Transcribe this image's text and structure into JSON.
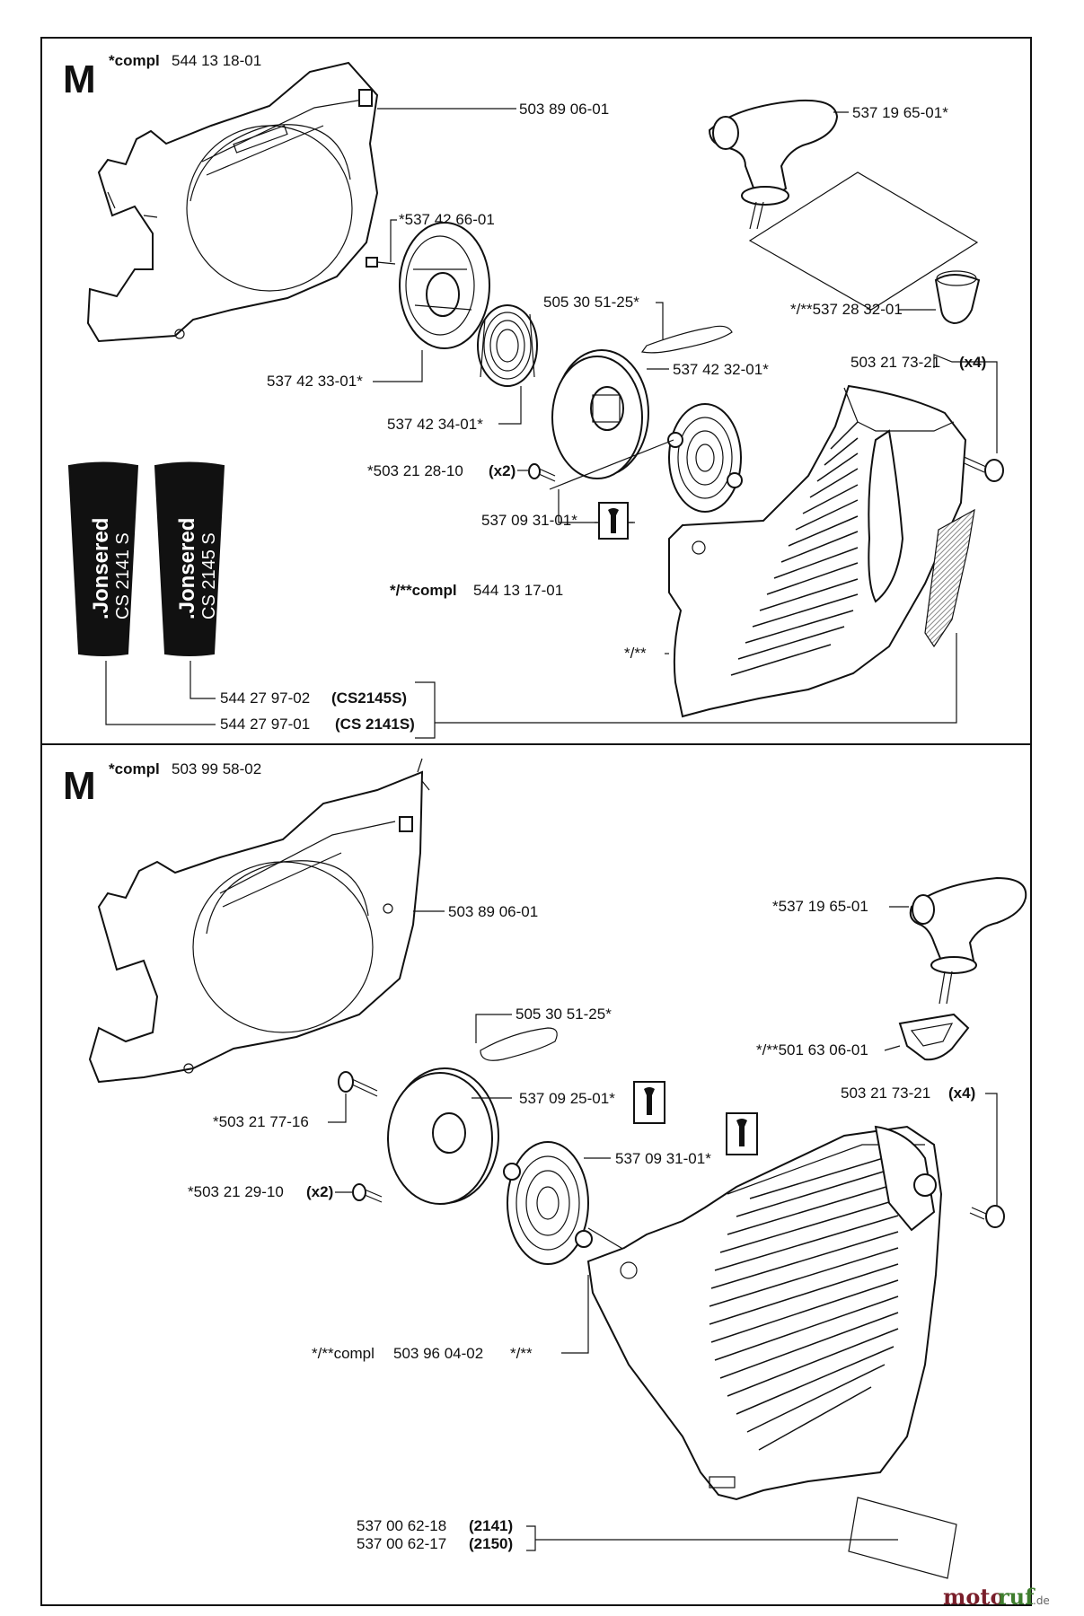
{
  "top": {
    "letter": "M",
    "compl_prefix": "*compl",
    "compl_number": "544 13 18-01",
    "labels": {
      "housing": "503 89 06-01",
      "screw_top": "*537 42 66-01",
      "handle": "537 19 65-01*",
      "rope_guide": "*/**537 28 32-01",
      "rope": "505 30 51-25*",
      "pulley": "537 42 32-01*",
      "pawl_carrier": "537 42 33-01*",
      "spring_small": "537 42 34-01*",
      "bolts_x4": "503 21 73-21",
      "bolts_x4_qty": "(x4)",
      "screw_x2": "*503 21 28-10",
      "screw_x2_qty": "(x2)",
      "spring_cassette": "537 09 31-01*",
      "cover_compl_prefix": "*/**compl",
      "cover_compl_number": "544 13 17-01",
      "cover_marker": "*/**",
      "decal_2145": "544 27 97-02",
      "decal_2145_model": "(CS2145S)",
      "decal_2141": "544 27 97-01",
      "decal_2141_model": "(CS 2141S)"
    },
    "decals": [
      {
        "brand": ".Jonsered",
        "model": "CS 2141 S"
      },
      {
        "brand": ".Jonsered",
        "model": "CS 2145 S"
      }
    ]
  },
  "bottom": {
    "letter": "M",
    "compl_prefix": "*compl",
    "compl_number": "503 99 58-02",
    "labels": {
      "housing": "503 89 06-01",
      "handle": "*537 19 65-01",
      "rope_guide": "*/**501 63 06-01",
      "rope": "505 30 51-25*",
      "pulley": "537 09 25-01*",
      "screw_center": "*503 21 77-16",
      "bolts_x4": "503 21 73-21",
      "bolts_x4_qty": "(x4)",
      "spring_cassette": "537 09 31-01*",
      "screw_x2": "*503 21 29-10",
      "screw_x2_qty": "(x2)",
      "cover_prefix": "*/**compl",
      "cover_number": "503 96 04-02",
      "cover_marker": "*/**",
      "decal_2141": "537 00 62-18",
      "decal_2141_model": "(2141)",
      "decal_2150": "537 00 62-17",
      "decal_2150_model": "(2150)"
    }
  },
  "watermark": {
    "part_a": "moto",
    "part_b": "ruf",
    "suffix": ".de"
  },
  "icons": [
    "wrench-icon"
  ]
}
